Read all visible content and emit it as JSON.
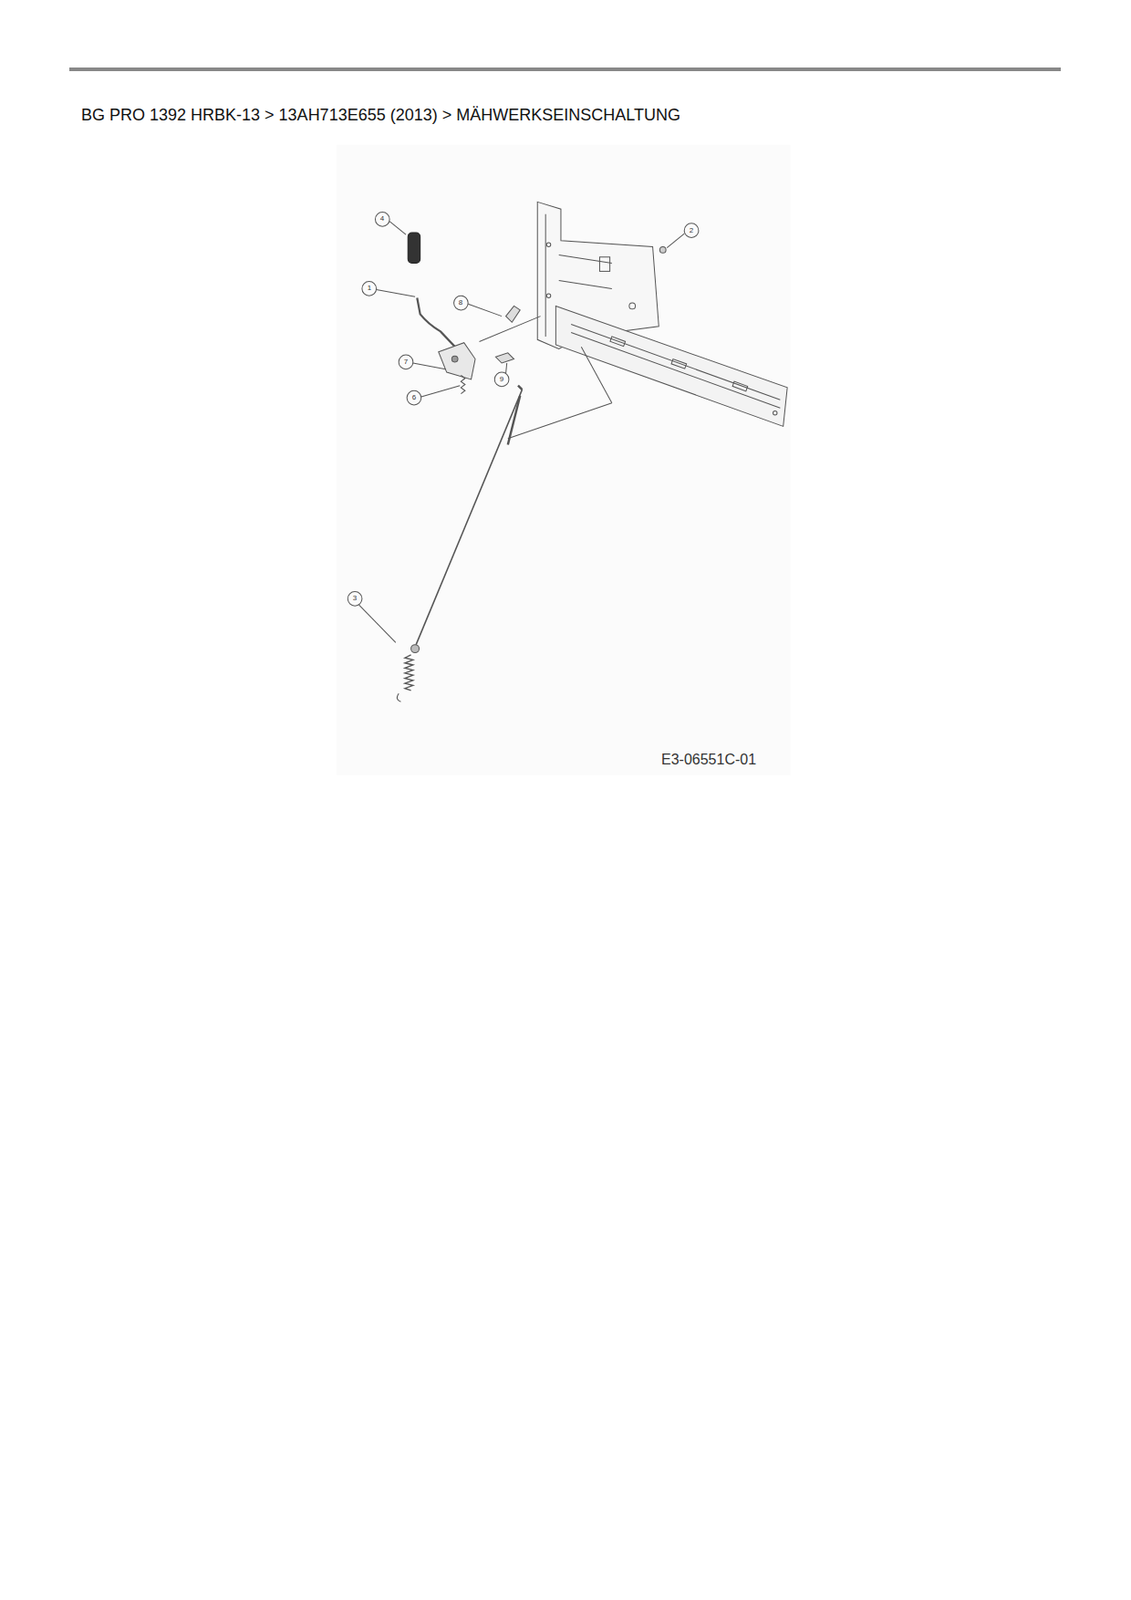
{
  "diagram": {
    "title": "BG PRO 1392 HRBK-13 > 13AH713E655 (2013) > MÄHWERKSEINSCHALTUNG",
    "labels": [
      "4",
      "1",
      "7",
      "6",
      "8",
      "2",
      "9",
      "3",
      "E3-06551C-01"
    ]
  }
}
